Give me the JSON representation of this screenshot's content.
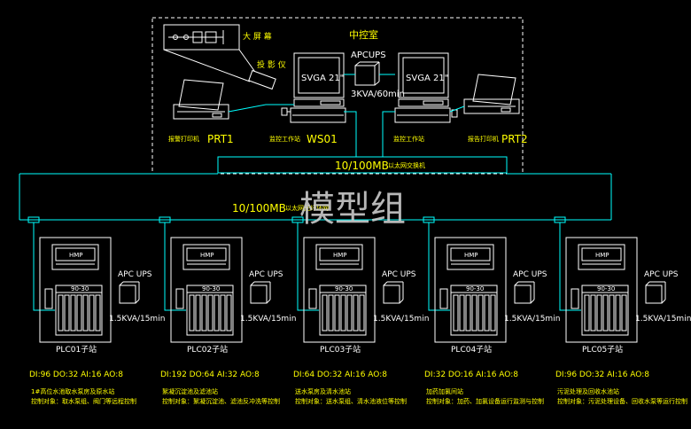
{
  "control_room": {
    "title": "中控室",
    "large_screen": "大 屏 幕",
    "projector": "投 影 仪",
    "ups": {
      "name": "APCUPS",
      "spec": "3KVA/60min"
    },
    "monitors": [
      {
        "label": "SVGA 21\""
      },
      {
        "label": "SVGA 21\""
      }
    ],
    "stations": [
      {
        "cn": "报警打印机",
        "id": "PRT1"
      },
      {
        "cn": "监控工作站",
        "id": "WS01"
      },
      {
        "cn": "监控工作站",
        "id": ""
      },
      {
        "cn": "报告打印机",
        "id": "PRT2"
      }
    ],
    "switch": {
      "speed": "10/100MB",
      "name": "以太网交换机"
    }
  },
  "ring": {
    "label_speed": "10/100MB",
    "label_cn": "以太网光纤环网"
  },
  "watermark": "模型组",
  "plc_stations": [
    {
      "name": "PLC01子站",
      "hmi": "HMP",
      "rack": "90-30",
      "ups_label": "APC UPS",
      "ups_spec": "1.5KVA/15min",
      "io": "DI:96  DO:32  AI:16 AO:8",
      "desc1": "1#高位水池取水泵房及原水站",
      "desc2": "控制对象：取水泵组、阀门等远程控制"
    },
    {
      "name": "PLC02子站",
      "hmi": "HMP",
      "rack": "90-30",
      "ups_label": "APC UPS",
      "ups_spec": "1.5KVA/15min",
      "io": "DI:192  DO:64  AI:32 AO:8",
      "desc1": "絮凝沉淀池及滤池站",
      "desc2": "控制对象：絮凝沉淀池、滤池反冲洗等控制"
    },
    {
      "name": "PLC03子站",
      "hmi": "HMP",
      "rack": "90-30",
      "ups_label": "APC UPS",
      "ups_spec": "1.5KVA/15min",
      "io": "DI:64  DO:32  AI:16 AO:8",
      "desc1": "送水泵房及清水池站",
      "desc2": "控制对象：送水泵组、清水池液位等控制"
    },
    {
      "name": "PLC04子站",
      "hmi": "HMP",
      "rack": "90-30",
      "ups_label": "APC UPS",
      "ups_spec": "1.5KVA/15min",
      "io": "DI:32  DO:16  AI:16 AO:8",
      "desc1": "加药加氯间站",
      "desc2": "控制对象：加药、加氯设备运行监测与控制"
    },
    {
      "name": "PLC05子站",
      "hmi": "HMP",
      "rack": "90-30",
      "ups_label": "APC UPS",
      "ups_spec": "1.5KVA/15min",
      "io": "DI:96  DO:32  AI:16 AO:8",
      "desc1": "污泥处理及回收水池站",
      "desc2": "控制对象：污泥处理设备、回收水泵等运行控制"
    }
  ]
}
